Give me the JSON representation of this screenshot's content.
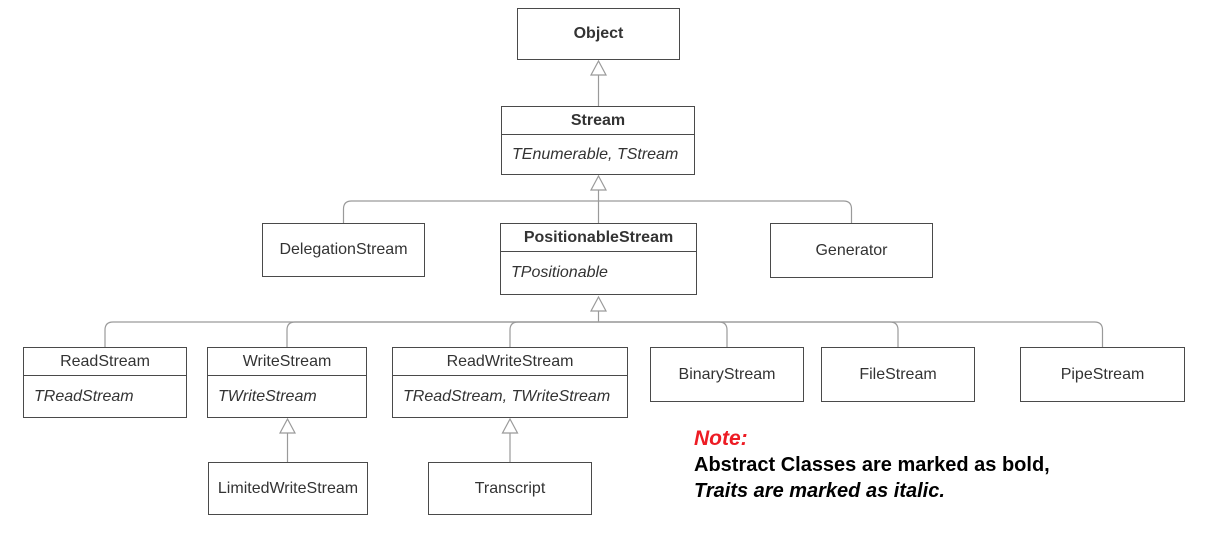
{
  "diagram": {
    "classes": [
      {
        "name": "Object",
        "abstract": true,
        "traits": ""
      },
      {
        "name": "Stream",
        "abstract": true,
        "traits": "TEnumerable, TStream"
      },
      {
        "name": "DelegationStream",
        "abstract": false,
        "traits": ""
      },
      {
        "name": "PositionableStream",
        "abstract": true,
        "traits": "TPositionable"
      },
      {
        "name": "Generator",
        "abstract": false,
        "traits": ""
      },
      {
        "name": "ReadStream",
        "abstract": false,
        "traits": "TReadStream"
      },
      {
        "name": "WriteStream",
        "abstract": false,
        "traits": "TWriteStream"
      },
      {
        "name": "ReadWriteStream",
        "abstract": false,
        "traits": "TReadStream, TWriteStream"
      },
      {
        "name": "BinaryStream",
        "abstract": false,
        "traits": ""
      },
      {
        "name": "FileStream",
        "abstract": false,
        "traits": ""
      },
      {
        "name": "PipeStream",
        "abstract": false,
        "traits": ""
      },
      {
        "name": "LimitedWriteStream",
        "abstract": false,
        "traits": ""
      },
      {
        "name": "Transcript",
        "abstract": false,
        "traits": ""
      }
    ],
    "relations": [
      {
        "child": "Stream",
        "parent": "Object"
      },
      {
        "child": "DelegationStream",
        "parent": "Stream"
      },
      {
        "child": "PositionableStream",
        "parent": "Stream"
      },
      {
        "child": "Generator",
        "parent": "Stream"
      },
      {
        "child": "ReadStream",
        "parent": "PositionableStream"
      },
      {
        "child": "WriteStream",
        "parent": "PositionableStream"
      },
      {
        "child": "ReadWriteStream",
        "parent": "PositionableStream"
      },
      {
        "child": "BinaryStream",
        "parent": "PositionableStream"
      },
      {
        "child": "FileStream",
        "parent": "PositionableStream"
      },
      {
        "child": "PipeStream",
        "parent": "PositionableStream"
      },
      {
        "child": "LimitedWriteStream",
        "parent": "WriteStream"
      },
      {
        "child": "Transcript",
        "parent": "ReadWriteStream"
      }
    ],
    "note": {
      "heading": "Note:",
      "line1": "Abstract Classes are marked as bold,",
      "line2": "Traits are marked as italic."
    },
    "colors": {
      "note_heading_red": "#ed1c24",
      "box_border": "#4a4a4a",
      "connector_gray": "#9a9a9a",
      "text": "#333333"
    }
  }
}
